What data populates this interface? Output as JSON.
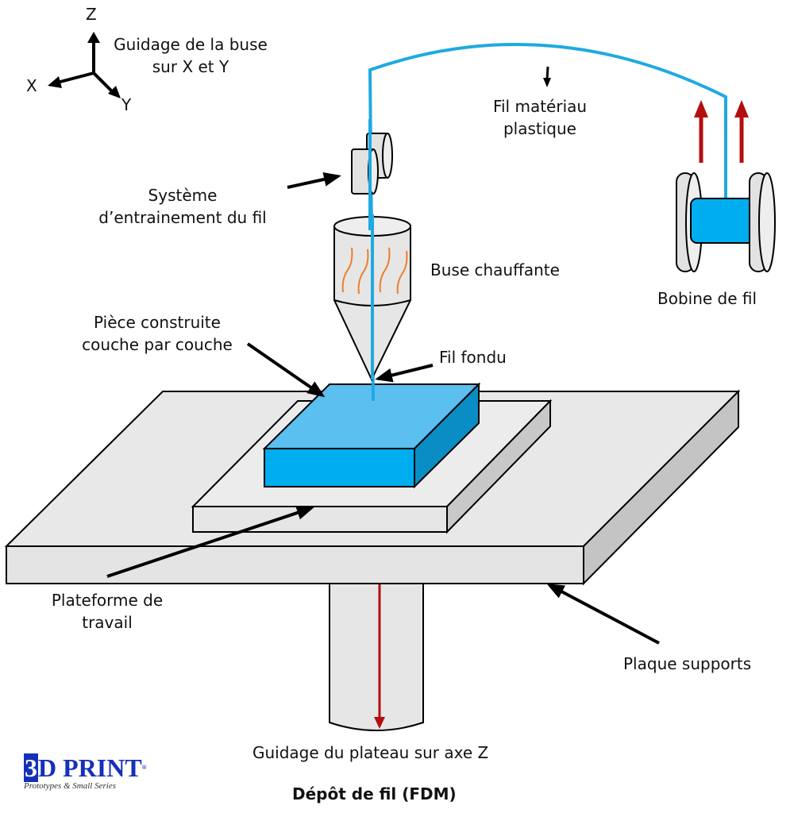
{
  "axes": {
    "z": "Z",
    "x": "X",
    "y": "Y"
  },
  "labels": {
    "nozzle_guidance_line1": "Guidage de la buse",
    "nozzle_guidance_line2": "sur X et Y",
    "filament_line1": "Fil matériau",
    "filament_line2": "plastique",
    "drive_system_line1": "Système",
    "drive_system_line2": "d’entrainement du fil",
    "heated_nozzle": "Buse chauffante",
    "spool": "Bobine de fil",
    "part_line1": "Pièce construite",
    "part_line2": "couche par couche",
    "molten_filament": "Fil fondu",
    "platform_line1": "Plateforme de",
    "platform_line2": "travail",
    "support_plate": "Plaque supports",
    "z_guidance": "Guidage du plateau sur axe Z",
    "title": "Dépôt de fil (FDM)"
  },
  "logo": {
    "main_digit": "3",
    "main_rest": "D PRINT",
    "registered": "®",
    "subtitle": "Prototypes & Small Series"
  },
  "colors": {
    "filament_blue": "#1fa9e1",
    "part_top": "#5bbff0",
    "part_front": "#00aeef",
    "part_side": "#0a8cc4",
    "motion_arrow_red": "#b50d0d",
    "plate_gray": "#e8e8e8",
    "plate_side": "#c4c4c4",
    "heater_orange": "#f07c2a",
    "logo_blue": "#1530b8"
  }
}
